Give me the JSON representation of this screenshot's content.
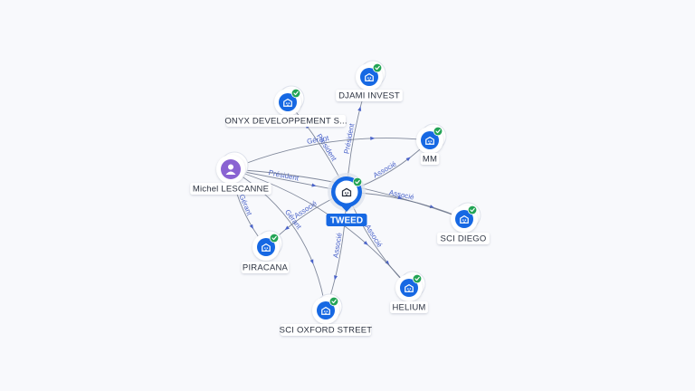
{
  "graph": {
    "center": {
      "id": "tweed",
      "label": "TWEED",
      "icon": "building-icon"
    },
    "companies": [
      {
        "id": "djami",
        "label": "DJAMI INVEST",
        "icon": "building-icon",
        "verified": true
      },
      {
        "id": "onyx",
        "label": "ONYX DEVELOPPEMENT S...",
        "icon": "building-icon",
        "verified": true
      },
      {
        "id": "mm",
        "label": "MM",
        "icon": "building-icon",
        "verified": true
      },
      {
        "id": "scidiego",
        "label": "SCI DIEGO",
        "icon": "building-icon",
        "verified": true
      },
      {
        "id": "helium",
        "label": "HELIUM",
        "icon": "building-icon",
        "verified": true
      },
      {
        "id": "oxford",
        "label": "SCI OXFORD STREET",
        "icon": "building-icon",
        "verified": true
      },
      {
        "id": "piracana",
        "label": "PIRACANA",
        "icon": "building-icon",
        "verified": true
      }
    ],
    "person": {
      "id": "michel",
      "label": "Michel LESCANNE",
      "icon": "person-icon"
    },
    "relations": [
      {
        "from": "michel",
        "to": "tweed",
        "label": "Président"
      },
      {
        "from": "tweed",
        "to": "djami",
        "label": "Président"
      },
      {
        "from": "tweed",
        "to": "onyx",
        "label": "Président"
      },
      {
        "from": "tweed",
        "to": "mm",
        "label": "Associé"
      },
      {
        "from": "tweed",
        "to": "scidiego",
        "label": "Associé"
      },
      {
        "from": "tweed",
        "to": "helium",
        "label": "Associé"
      },
      {
        "from": "tweed",
        "to": "oxford",
        "label": "Associé"
      },
      {
        "from": "tweed",
        "to": "piracana",
        "label": "Associé"
      },
      {
        "from": "michel",
        "to": "mm",
        "label": "Gérant"
      },
      {
        "from": "michel",
        "to": "piracana",
        "label": "Gérant"
      },
      {
        "from": "michel",
        "to": "oxford",
        "label": "Gérant"
      },
      {
        "from": "michel",
        "to": "helium",
        "label": ""
      },
      {
        "from": "michel",
        "to": "scidiego",
        "label": ""
      }
    ]
  },
  "colors": {
    "node_blue": "#1668e3",
    "verified_green": "#23a455",
    "person_purple": "#8a63d2",
    "edge": "#6b7489",
    "edge_label": "#4a63c9",
    "background": "#f8f9fc"
  }
}
